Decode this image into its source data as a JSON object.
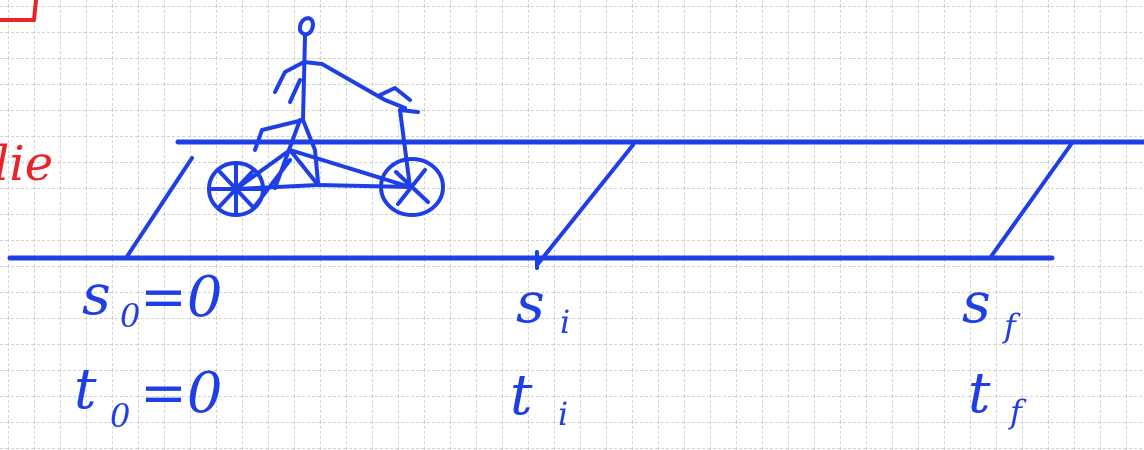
{
  "colors": {
    "ink_blue": "#1f3fe6",
    "ink_red": "#e8242a",
    "grid": "#b9b9b9",
    "paper": "#ffffff"
  },
  "labels": {
    "s0": "s",
    "s0_sub": "0",
    "s0_val": "=0",
    "t0": "t",
    "t0_sub": "0",
    "t0_val": "=0",
    "si": "s",
    "si_sub": "i",
    "ti": "t",
    "ti_sub": "i",
    "sf": "s",
    "sf_sub": "f",
    "tf": "t",
    "tf_sub": "f",
    "red_margin_fragment": "lie"
  }
}
